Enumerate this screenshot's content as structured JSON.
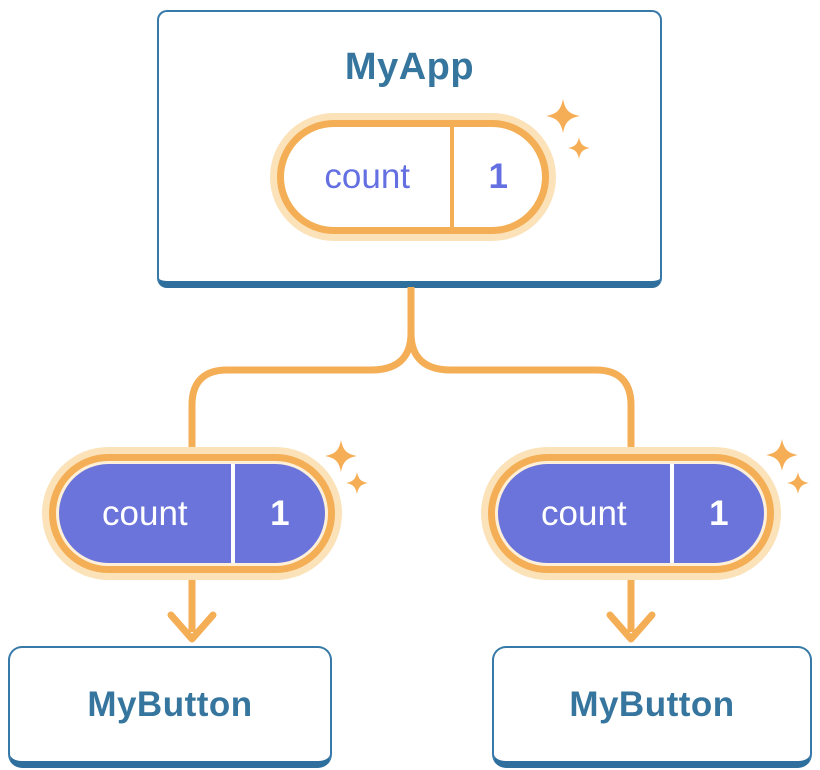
{
  "root_card": {
    "title": "MyApp",
    "prop": {
      "label": "count",
      "value": "1"
    }
  },
  "children": [
    {
      "title": "MyButton",
      "prop": {
        "label": "count",
        "value": "1"
      }
    },
    {
      "title": "MyButton",
      "prop": {
        "label": "count",
        "value": "1"
      }
    }
  ],
  "icons": {
    "sparkle": "✦"
  },
  "colors": {
    "orange": "#F4AE55",
    "orange_pale": "#FBE2B9",
    "pill_gap_cream": "#FEF0D8",
    "purple_fill": "#6B74DB",
    "purple_text": "#6470E2",
    "heading_blue": "#35759E",
    "card_border_blue": "#3779A8",
    "card_bottom_blue": "#2F6F9E",
    "background": "#FFFFFF"
  }
}
